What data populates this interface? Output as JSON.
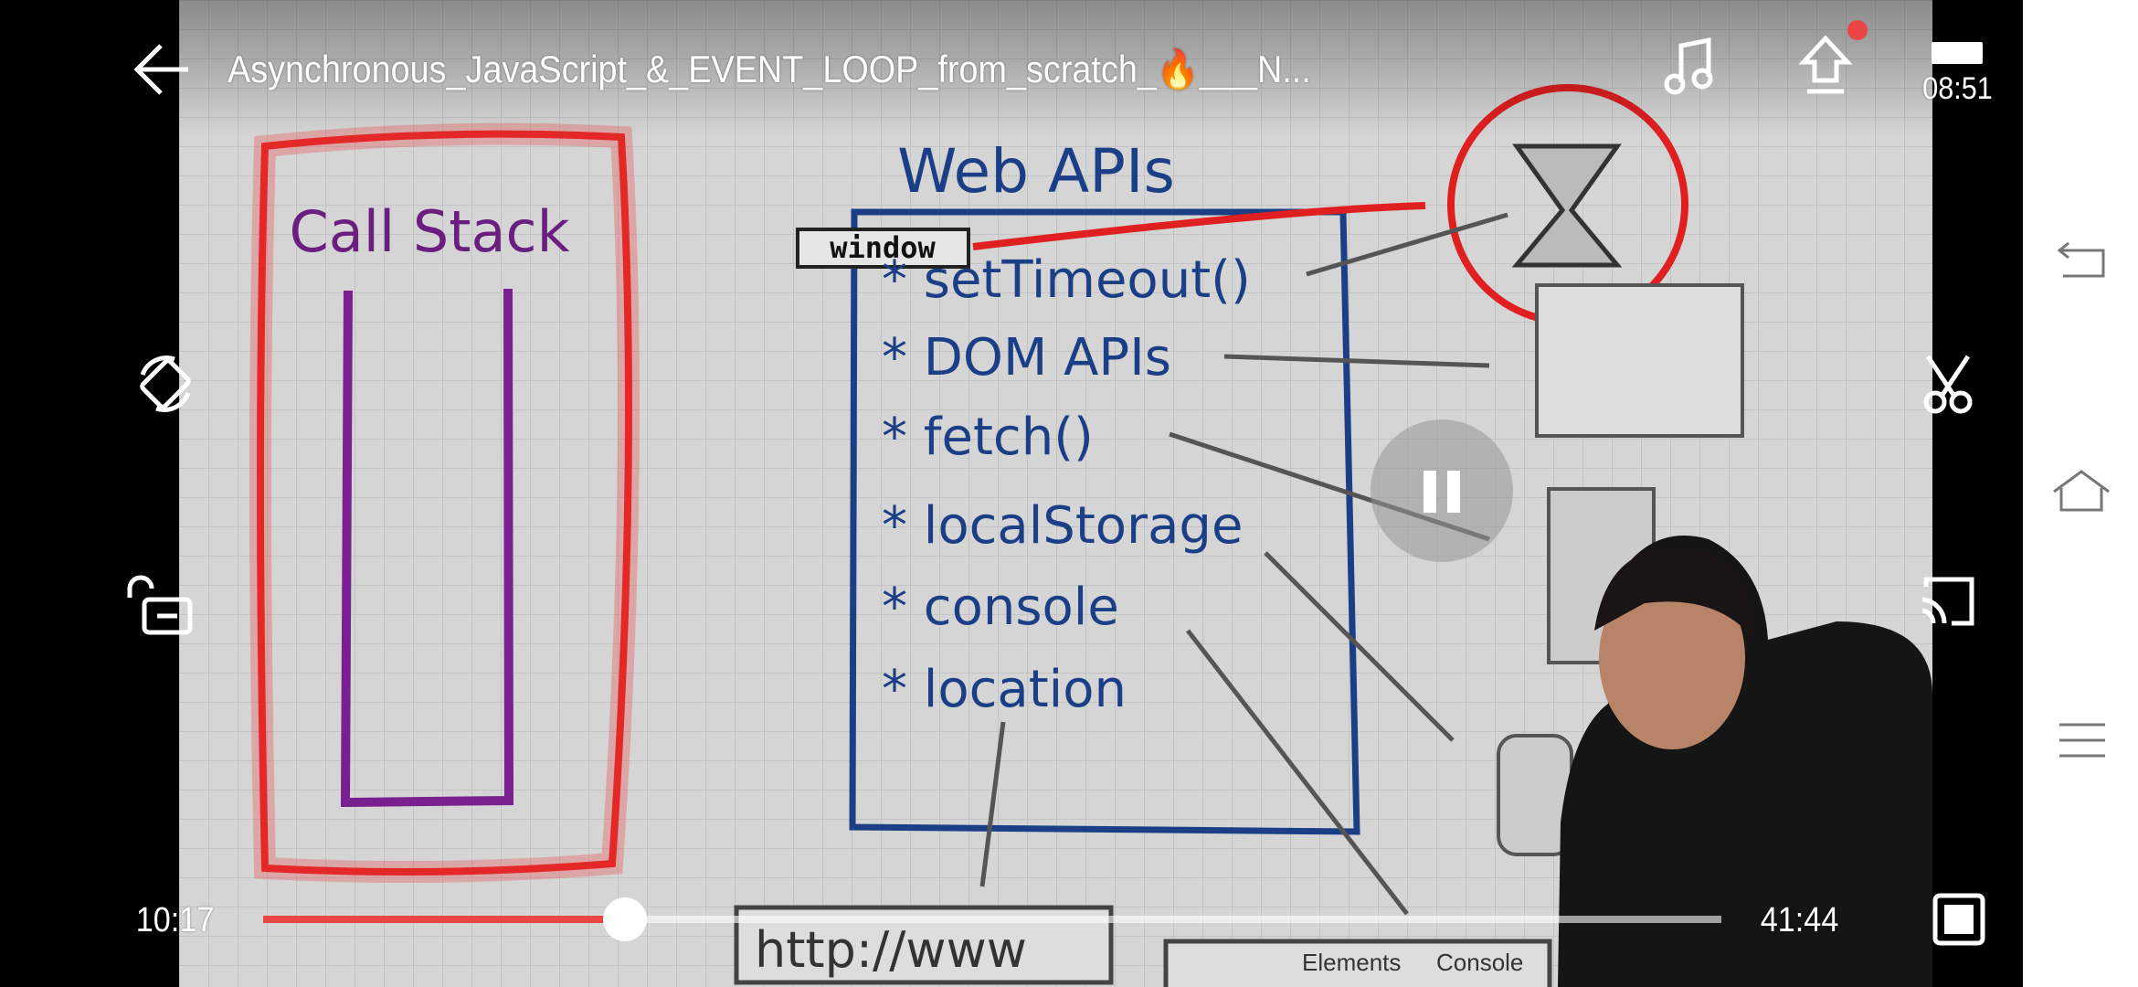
{
  "player": {
    "title": "Asynchronous_JavaScript_&_EVENT_LOOP_from_scratch_🔥___N...",
    "clock": "08:51",
    "current_time": "10:17",
    "duration": "41:44",
    "progress_fraction": 0.248,
    "accent_color": "#e94545",
    "icons": [
      "back-arrow-icon",
      "music-icon",
      "upload-icon",
      "battery-icon",
      "rotate-lock-icon",
      "unlock-icon",
      "scissors-icon",
      "cast-icon",
      "pause-icon",
      "fullscreen-icon"
    ]
  },
  "video_frame": {
    "call_stack_label": "Call Stack",
    "web_apis_label": "Web APIs",
    "window_label": "window",
    "items": [
      "* setTimeout()",
      "* DOM APIs",
      "* fetch()",
      "* localStorage",
      "* console",
      "* location"
    ],
    "url_text": "http://www",
    "devtools_tabs": [
      "Elements",
      "Console"
    ]
  },
  "system_nav": {
    "icons": [
      "nav-back-icon",
      "nav-home-icon",
      "nav-menu-icon"
    ]
  }
}
